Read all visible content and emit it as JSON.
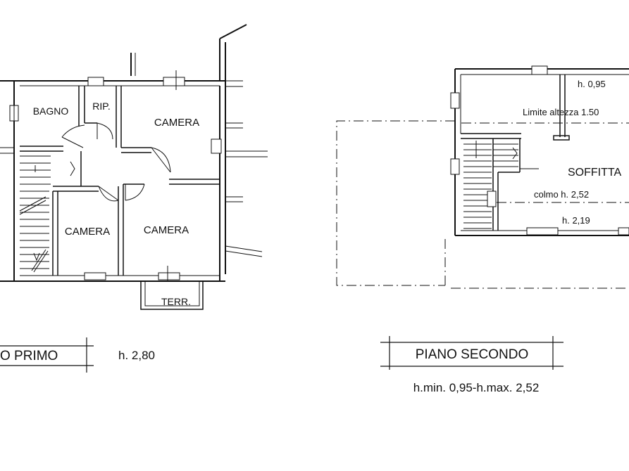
{
  "floor1": {
    "rooms": {
      "bagno": "BAGNO",
      "ripostiglio": "RIP.",
      "camera_top": "CAMERA",
      "camera_left": "CAMERA",
      "camera_right": "CAMERA",
      "terrace": "TERR."
    },
    "title_fragment": "O PRIMO",
    "height": "h. 2,80"
  },
  "floor2": {
    "height_low": "h. 0,95",
    "limit_note": "Limite  altezza 1.50",
    "room": "SOFFITTA",
    "ridge": "colmo h. 2,52",
    "height_eave": "h. 2,19",
    "title": "PIANO SECONDO",
    "height_range": "h.min. 0,95-h.max. 2,52"
  }
}
